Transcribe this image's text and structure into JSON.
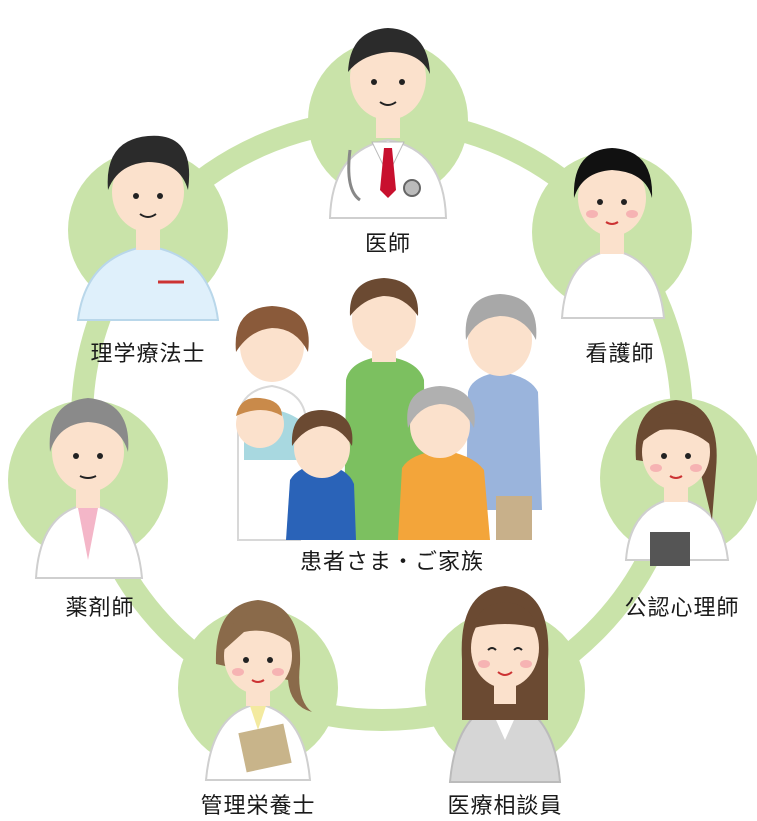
{
  "diagram": {
    "center": {
      "label": "患者さま・ご家族"
    },
    "roles": [
      {
        "id": "doctor",
        "label": "医師"
      },
      {
        "id": "nurse",
        "label": "看護師"
      },
      {
        "id": "psychologist",
        "label": "公認心理師"
      },
      {
        "id": "counselor",
        "label": "医療相談員"
      },
      {
        "id": "dietitian",
        "label": "管理栄養士"
      },
      {
        "id": "pharmacist",
        "label": "薬剤師"
      },
      {
        "id": "therapist",
        "label": "理学療法士"
      }
    ],
    "colors": {
      "ring": "#c9e3a9",
      "circle": "#c9e3a9",
      "skin": "#fbe1cc",
      "hair_dark": "#2b2b2b",
      "hair_brown": "#6b4a32",
      "hair_gray": "#8a8a8a",
      "white_coat": "#ffffff",
      "scrub_blue": "#dff0fb",
      "tie_red": "#c8102e"
    }
  }
}
